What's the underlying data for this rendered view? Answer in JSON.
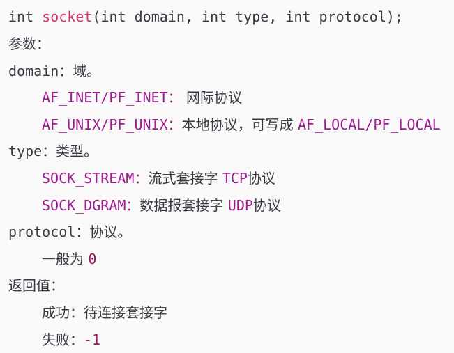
{
  "signature": {
    "ret_type": "int",
    "fn_name": "socket",
    "params": "(int domain, int type, int protocol);"
  },
  "params_heading": "参数：",
  "domain": {
    "label": "domain：域。",
    "items": [
      {
        "code": "AF_INET/PF_INET：",
        "desc": " 网际协议",
        "code2": "",
        "desc2": ""
      },
      {
        "code": "AF_UNIX/PF_UNIX：",
        "desc": "本地协议，可写成 ",
        "code2": "AF_LOCAL/PF_LOCAL",
        "desc2": ""
      }
    ]
  },
  "type": {
    "label": "type：类型。",
    "items": [
      {
        "code": "SOCK_STREAM：",
        "desc": "流式套接字 ",
        "code2": "TCP",
        "desc2": "协议"
      },
      {
        "code": "SOCK_DGRAM：",
        "desc": "数据报套接字 ",
        "code2": "UDP",
        "desc2": "协议"
      }
    ]
  },
  "protocol": {
    "label": "protocol：协议。",
    "note": "一般为 ",
    "value": "0"
  },
  "returns": {
    "heading": "返回值：",
    "success": "成功：待连接套接字",
    "fail_label": "失败：",
    "fail_value": "-1"
  },
  "colors": {
    "function_name": "#d6336c",
    "identifier": "#9c1c8c",
    "text": "#383a42",
    "background": "#f9f9fa"
  }
}
